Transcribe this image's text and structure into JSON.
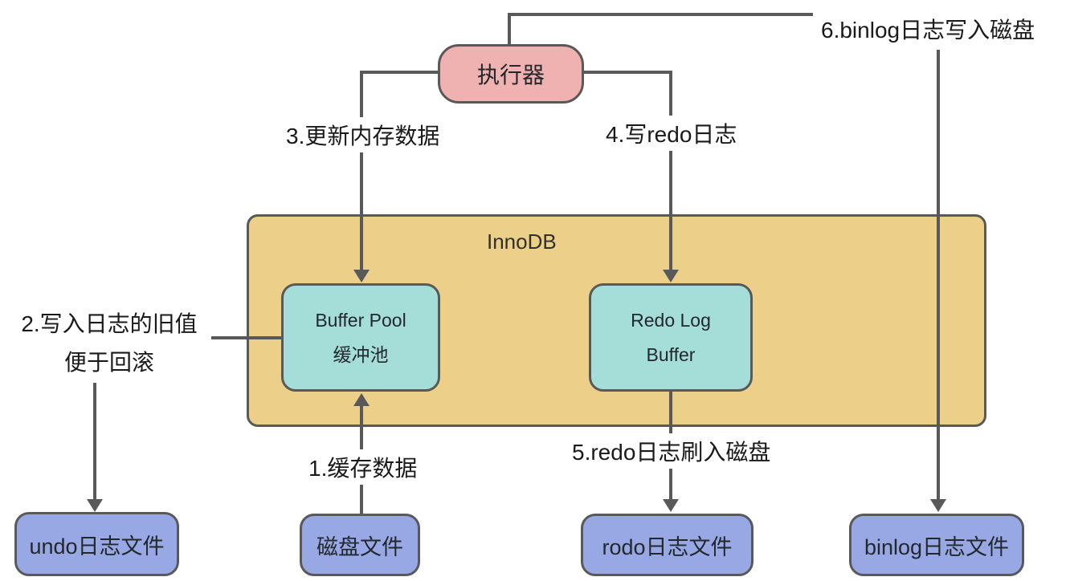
{
  "diagram": {
    "title_context": "InnoDB update flow diagram",
    "nodes": {
      "executor": {
        "label": "执行器"
      },
      "innodb": {
        "label": "InnoDB"
      },
      "buffer_pool": {
        "line1": "Buffer Pool",
        "line2": "缓冲池"
      },
      "redo_log_buffer": {
        "line1": "Redo Log",
        "line2": "Buffer"
      },
      "undo_file": {
        "label": "undo日志文件"
      },
      "disk_file": {
        "label": "磁盘文件"
      },
      "redo_file": {
        "label": "rodo日志文件"
      },
      "binlog_file": {
        "label": "binlog日志文件"
      }
    },
    "labels": {
      "step1": "1.缓存数据",
      "step2_line1": "2.写入日志的旧值",
      "step2_line2": "便于回滚",
      "step3": "3.更新内存数据",
      "step4": "4.写redo日志",
      "step5": "5.redo日志刷入磁盘",
      "step6": "6.binlog日志写入磁盘"
    },
    "colors": {
      "executor_fill": "#f0b2b0",
      "innodb_fill": "#ecd089",
      "memory_fill": "#a5ded8",
      "file_fill": "#98a8e4",
      "border": "#595959",
      "line": "#595959",
      "label_text": "#1a1a1a",
      "node_text": "#22282c",
      "innodb_text": "#33302a"
    }
  }
}
